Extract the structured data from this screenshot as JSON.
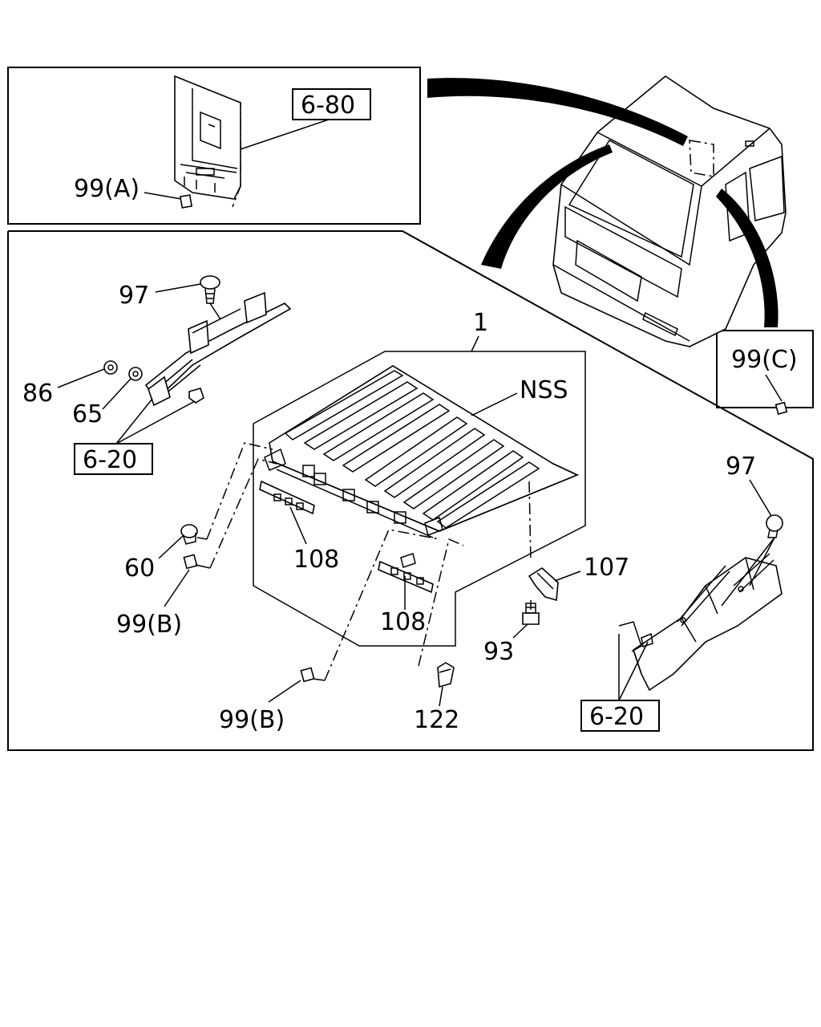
{
  "labels": {
    "ref_6_80": "6-80",
    "part_99a": "99(A)",
    "part_97_left": "97",
    "part_86": "86",
    "part_65": "65",
    "ref_6_20_left": "6-20",
    "part_60": "60",
    "part_99b_left": "99(B)",
    "part_1": "1",
    "part_nss": "NSS",
    "part_108_left": "108",
    "part_108_right": "108",
    "part_99b_bottom": "99(B)",
    "part_122": "122",
    "part_107": "107",
    "part_93": "93",
    "part_99c": "99(C)",
    "part_97_right": "97",
    "ref_6_20_right": "6-20"
  }
}
